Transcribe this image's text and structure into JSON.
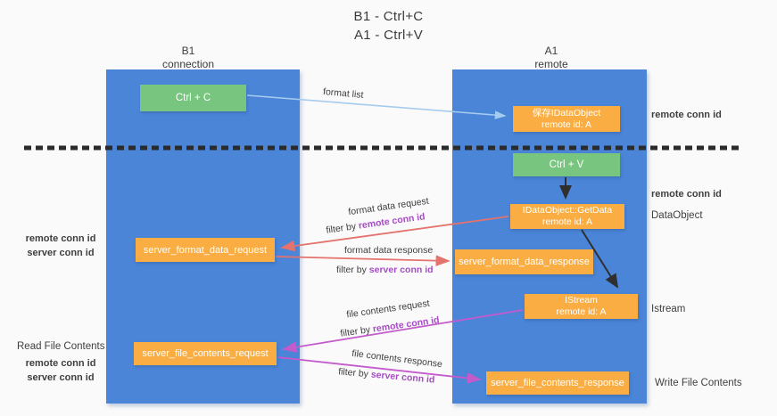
{
  "title": {
    "line1": "B1 - Ctrl+C",
    "line2": "A1 - Ctrl+V"
  },
  "lifelines": {
    "left": {
      "title": "B1",
      "subtitle": "connection"
    },
    "right": {
      "title": "A1",
      "subtitle": "remote"
    }
  },
  "nodes": {
    "ctrl_c": {
      "label": "Ctrl + C"
    },
    "save_dataobject": {
      "line1": "保存IDataObject",
      "line2": "remote id: A"
    },
    "ctrl_v": {
      "label": "Ctrl + V"
    },
    "getdata": {
      "line1": "IDataObject::GetData",
      "line2": "remote id: A"
    },
    "server_format_data_request": {
      "label": "server_format_data_request"
    },
    "server_format_data_response": {
      "label": "server_format_data_response"
    },
    "istream": {
      "line1": "IStream",
      "line2": "remote id: A"
    },
    "server_file_contents_request": {
      "label": "server_file_contents_request"
    },
    "server_file_contents_response": {
      "label": "server_file_contents_response"
    }
  },
  "edge_labels": {
    "format_list": "format list",
    "format_data_request": "format data request",
    "format_data_response": "format data response",
    "file_contents_request": "file contents request",
    "file_contents_response": "file contents response",
    "filter_by": "filter by",
    "remote_conn_id": "remote conn id",
    "server_conn_id": "server conn id"
  },
  "annotations": {
    "right": {
      "remote_conn_id_top": "remote conn id",
      "remote_conn_id_mid": "remote conn id",
      "dataobject": "DataObject",
      "istream": "Istream",
      "write_file_contents": "Write File Contents"
    },
    "left": {
      "remote_conn_id": "remote conn id",
      "server_conn_id": "server conn id",
      "read_file_contents": "Read File Contents",
      "remote_conn_id_2": "remote conn id",
      "server_conn_id_2": "server conn id"
    }
  },
  "colors": {
    "lifeline_blue": "#4a85d8",
    "node_orange": "#f9ad42",
    "node_green": "#77c57e",
    "arrow_lightblue": "#a5cbee",
    "arrow_salmon": "#e4726d",
    "arrow_magenta": "#c45bcc",
    "arrow_black": "#2f2f2f",
    "separator_black": "#2b2b2b",
    "text_purple": "#a64cc4",
    "text_green": "#63bd6d"
  }
}
